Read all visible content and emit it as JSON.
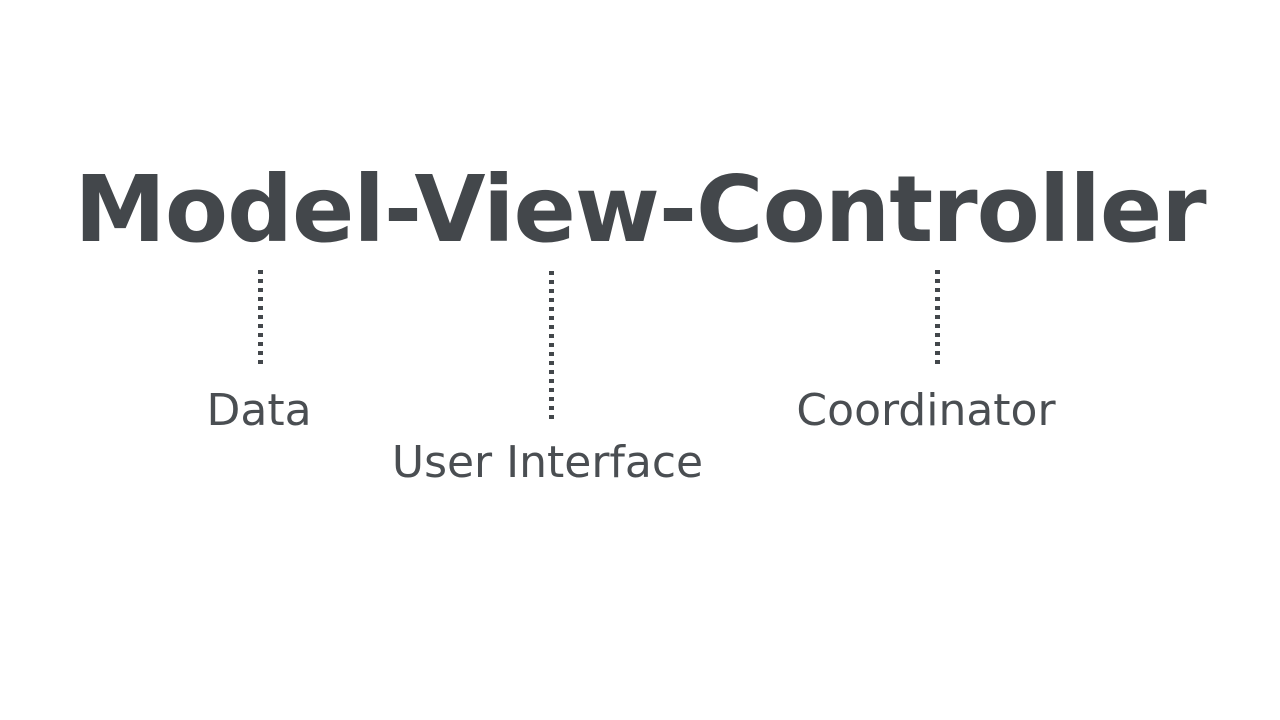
{
  "slide": {
    "background_color": "#ffffff",
    "text_color": "#43474b",
    "label_color": "#4a4e52",
    "title": "Model-View-Controller",
    "components": [
      {
        "name": "Model",
        "label": "Data",
        "connector": "dotted-vertical-line"
      },
      {
        "name": "View",
        "label": "User Interface",
        "connector": "dotted-vertical-line"
      },
      {
        "name": "Controller",
        "label": "Coordinator",
        "connector": "dotted-vertical-line"
      }
    ]
  }
}
